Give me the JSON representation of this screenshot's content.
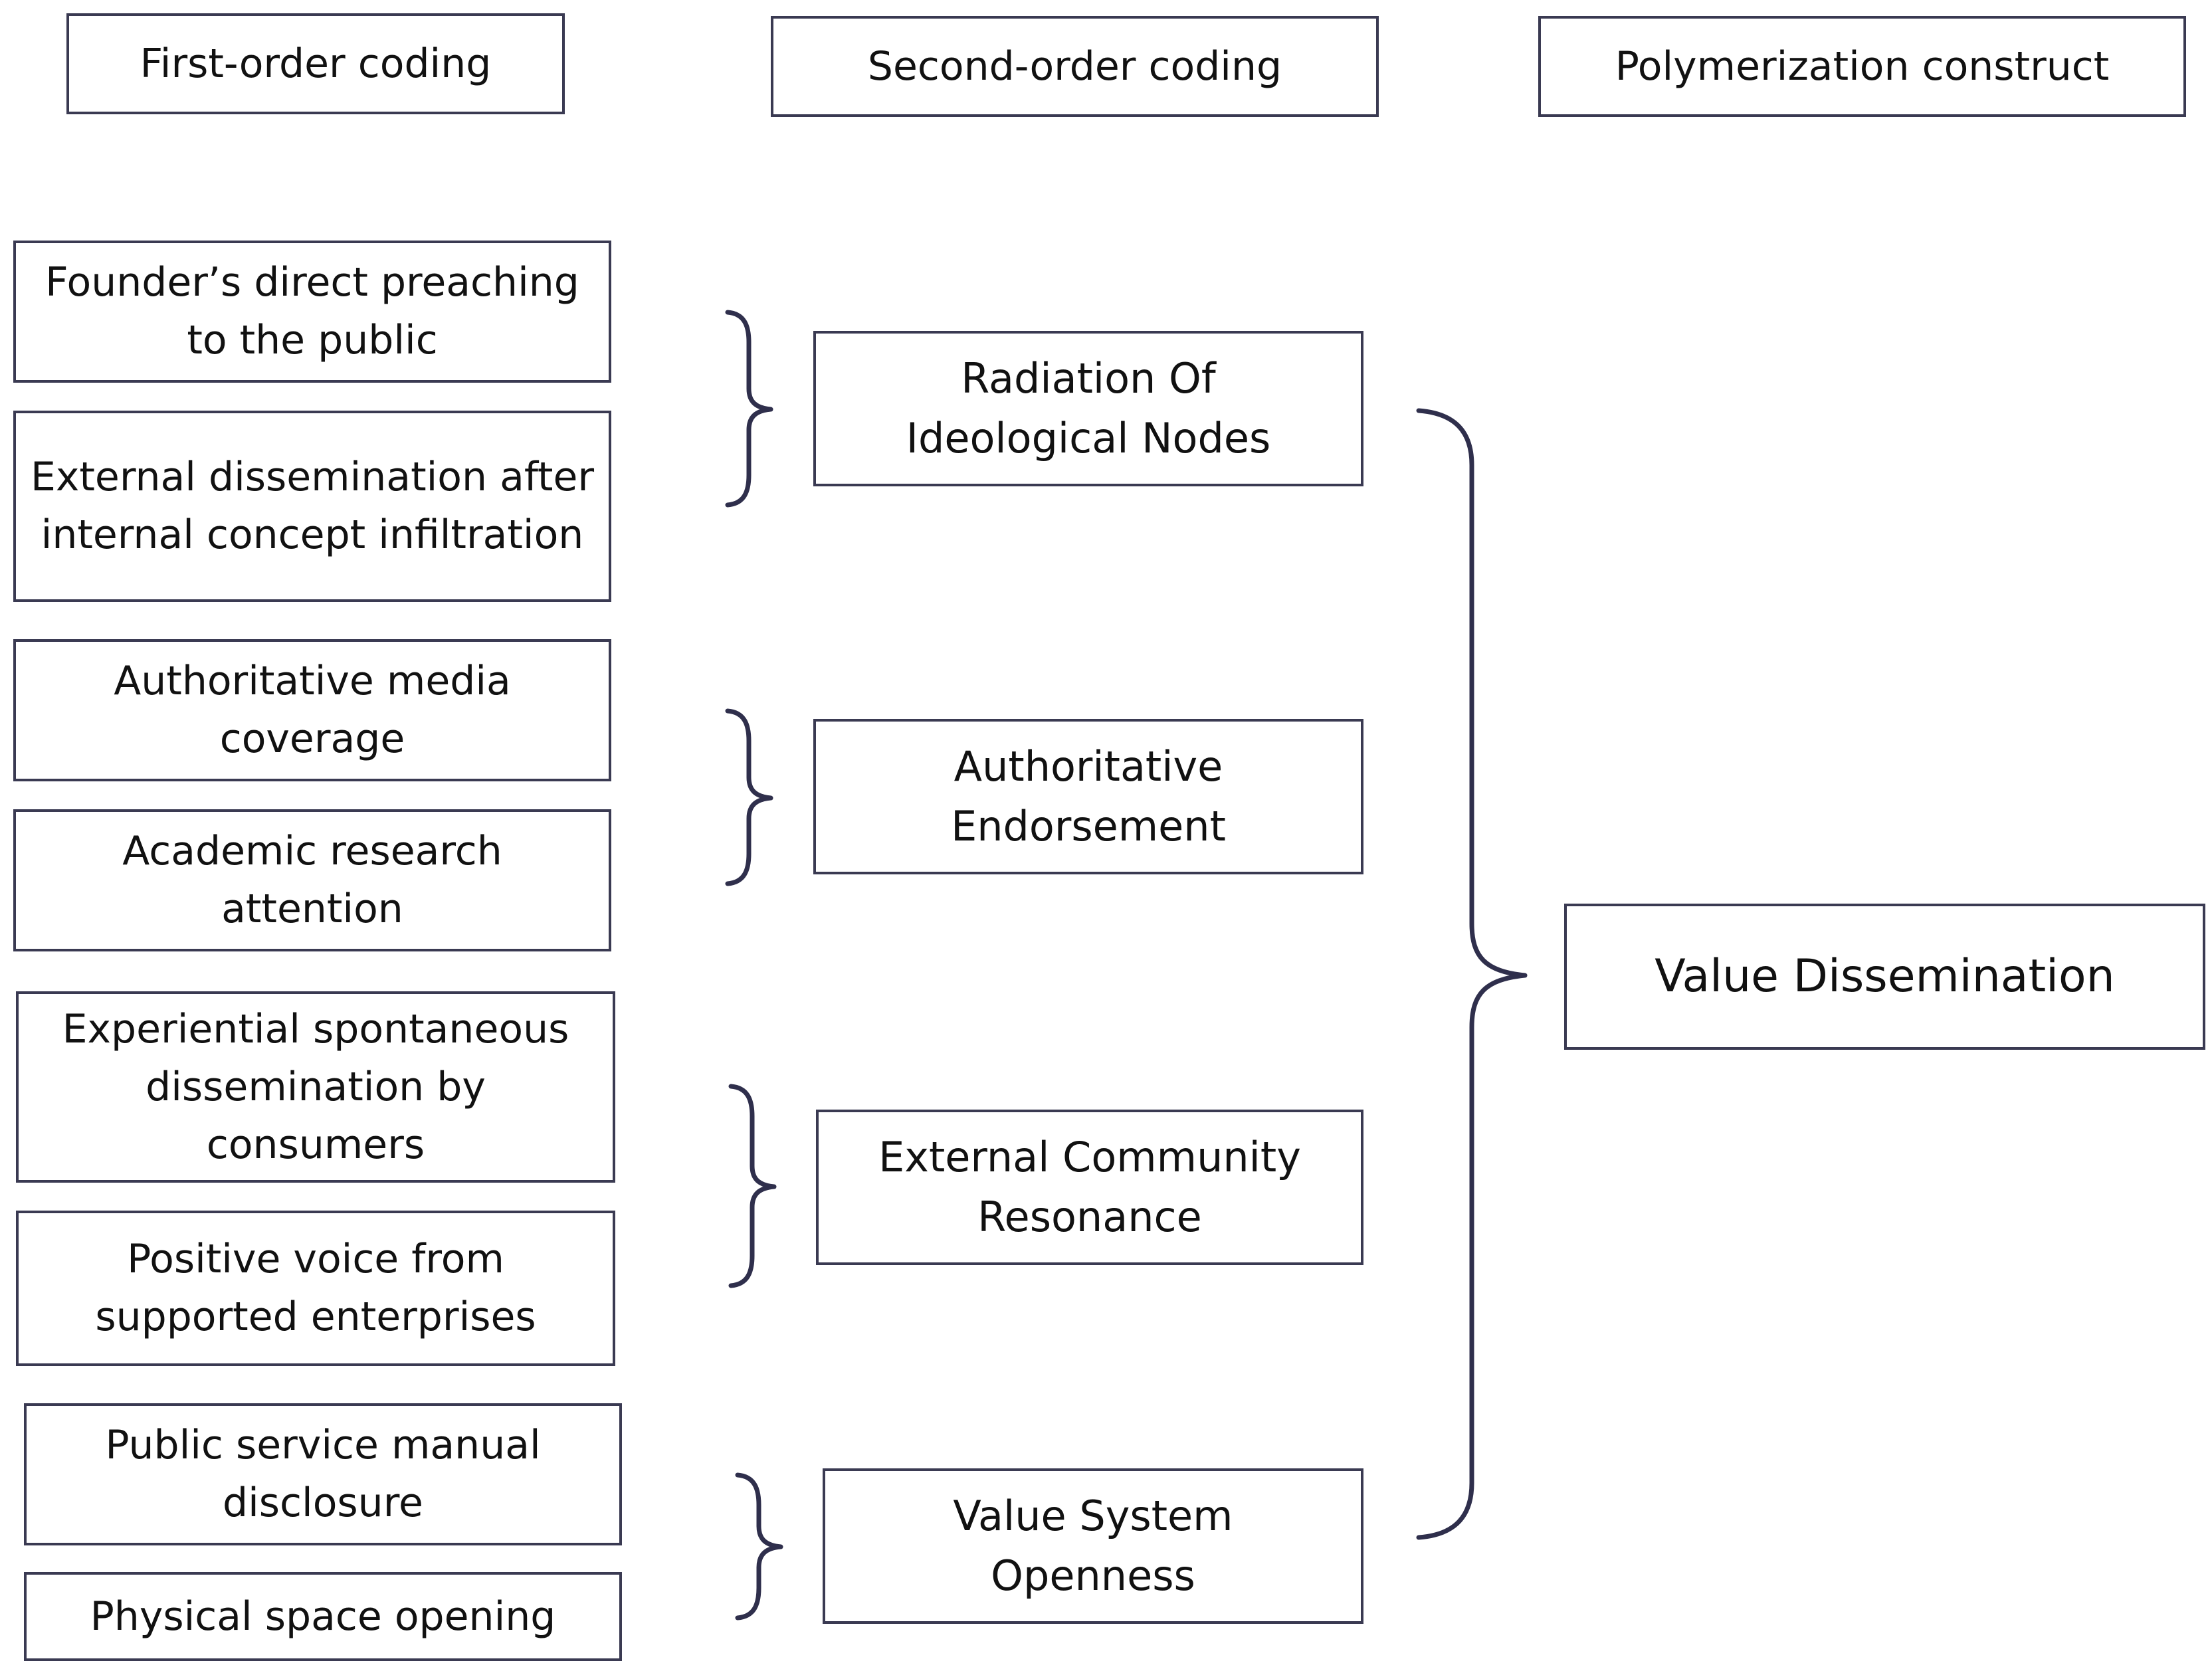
{
  "headers": {
    "first_order": "First-order coding",
    "second_order": "Second-order coding",
    "construct": "Polymerization construct"
  },
  "first_order_codes": [
    "Founder’s direct preaching to the public",
    "External dissemination after internal concept infiltration",
    "Authoritative media coverage",
    "Academic research attention",
    "Experiential spontaneous dissemination by consumers",
    "Positive voice from supported enterprises",
    "Public service manual disclosure",
    "Physical space opening"
  ],
  "second_order_codes": [
    "Radiation Of Ideological Nodes",
    "Authoritative Endorsement",
    "External Community Resonance",
    "Value System Openness"
  ],
  "construct": "Value Dissemination",
  "colors": {
    "border": "#3a3a52",
    "bracket": "#2f2f4c",
    "text": "#111111"
  }
}
